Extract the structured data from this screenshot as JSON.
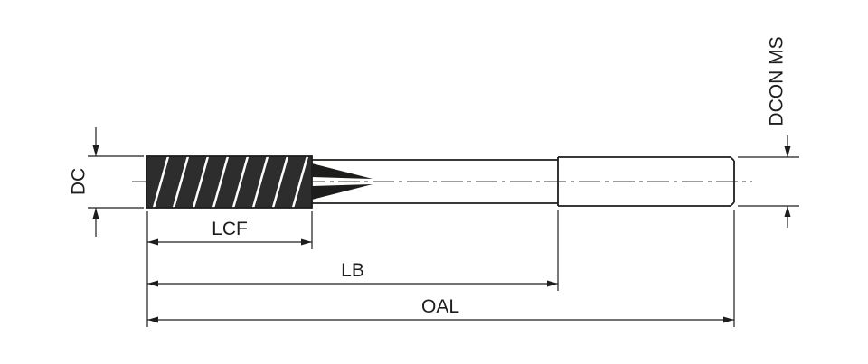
{
  "page": {
    "background": "#ffffff"
  },
  "drawing": {
    "name": "machine-reamer-dimension-diagram",
    "line_color": "#1d1d1b",
    "flute_color": "#2d2d2d",
    "labels": {
      "dc": "DC",
      "lcf": "LCF",
      "lb": "LB",
      "oal": "OAL",
      "dcon_ms": "DCON MS"
    }
  }
}
